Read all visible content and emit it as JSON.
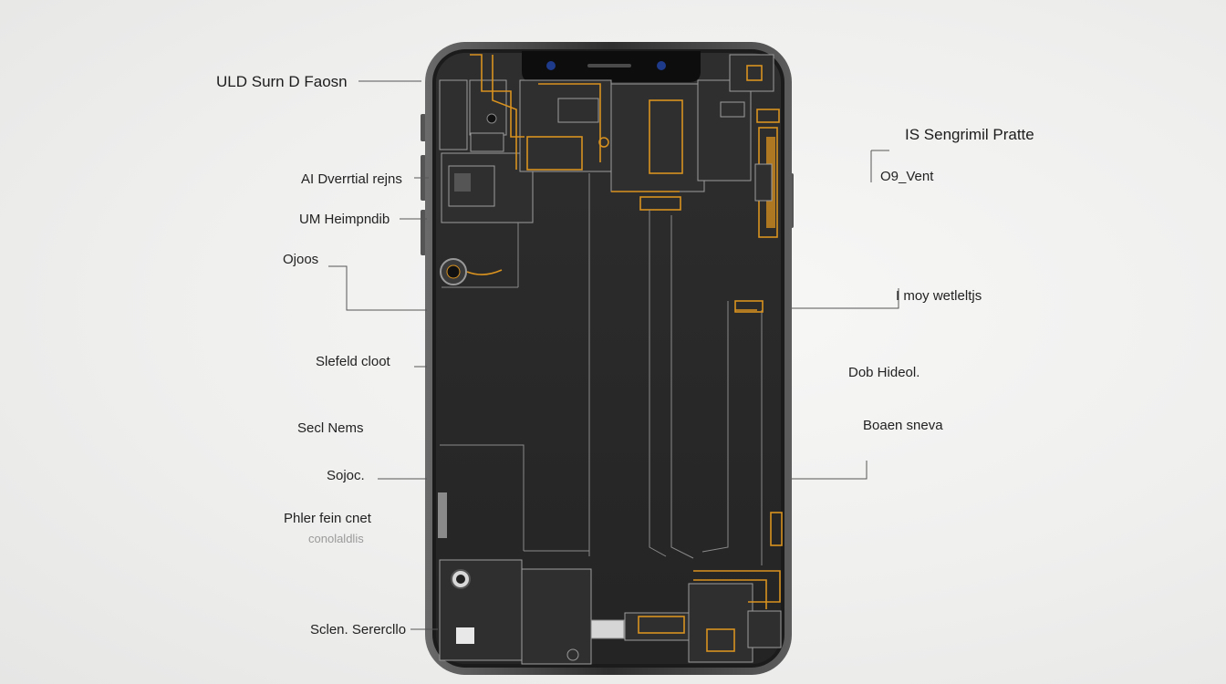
{
  "labels_left": [
    {
      "id": "l1",
      "text": "ULD Surn D Faosn"
    },
    {
      "id": "l2",
      "text": "AI Dverrtial rejns"
    },
    {
      "id": "l3",
      "text": "UM Heimpndib"
    },
    {
      "id": "l4",
      "text": "Ojoos"
    },
    {
      "id": "l5",
      "text": "Slefeld cloot"
    },
    {
      "id": "l6",
      "text": "Secl Nems"
    },
    {
      "id": "l7",
      "text": "Sojoc."
    },
    {
      "id": "l8",
      "text": "Phler fein cnet"
    },
    {
      "id": "l9",
      "text": "conolaldlis"
    },
    {
      "id": "l10",
      "text": "Sclen. Serercllo"
    }
  ],
  "labels_right": [
    {
      "id": "r1",
      "text": "IS Sengrimil Pratte"
    },
    {
      "id": "r2",
      "text": "O9_Vent"
    },
    {
      "id": "r3",
      "text": "I moy wetleltjs"
    },
    {
      "id": "r4",
      "text": "Dob Hideol."
    },
    {
      "id": "r5",
      "text": "Boaen sneva"
    }
  ],
  "colors": {
    "background": "#efefee",
    "phone_frame": "#3a3a3a",
    "board": "#262626",
    "trace_accent": "#d9921f",
    "label_text": "#222222",
    "camera_lens": "#1e3a8a"
  },
  "icons": [
    "front-camera-icon",
    "rear-camera-icon",
    "speaker-grille-icon"
  ]
}
